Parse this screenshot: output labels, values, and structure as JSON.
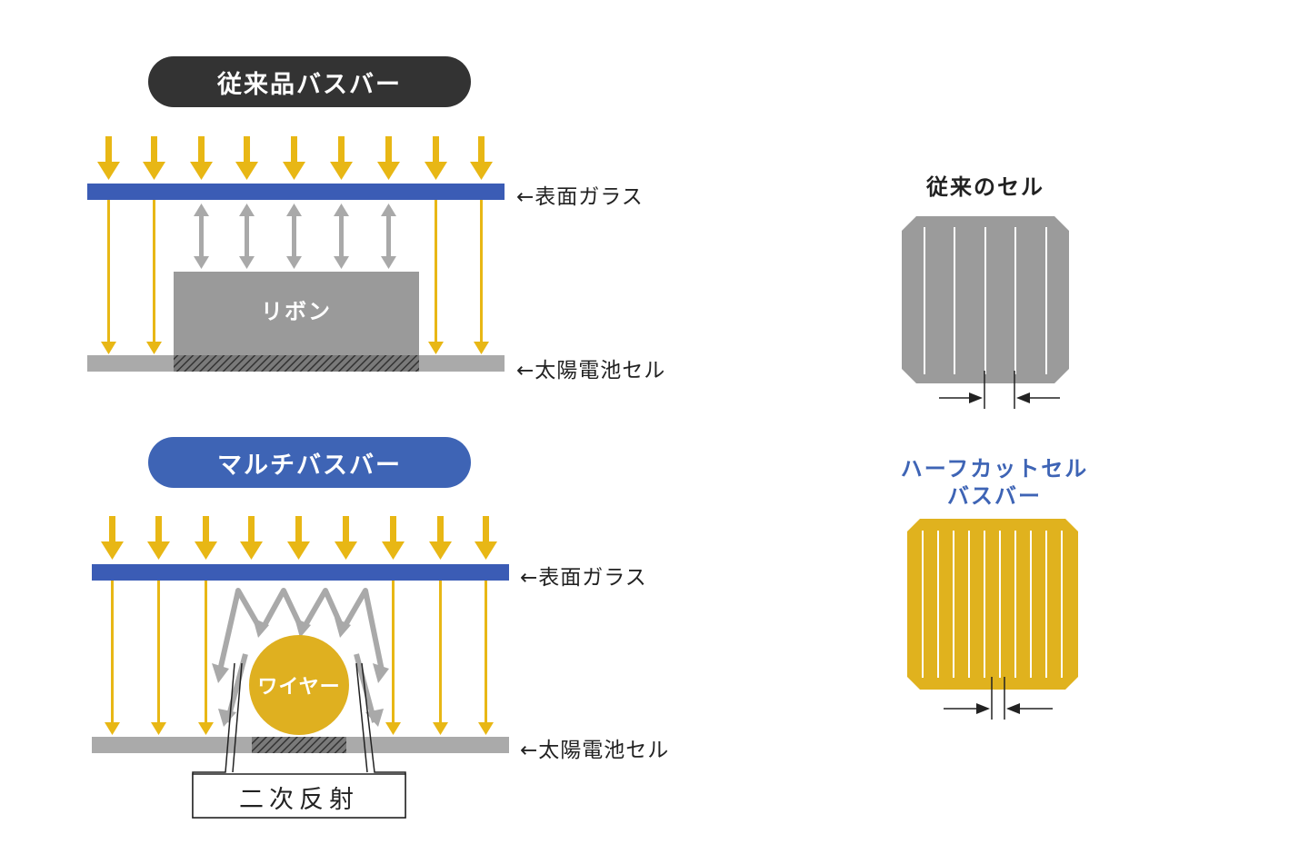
{
  "conventional": {
    "title": "従来品バスバー",
    "ribbon_label": "リボン",
    "glass_label": "←表面ガラス",
    "cell_label": "←太陽電池セル"
  },
  "multi": {
    "title": "マルチバスバー",
    "wire_label": "ワイヤー",
    "glass_label": "←表面ガラス",
    "cell_label": "←太陽電池セル",
    "reflection_label": "二次反射"
  },
  "right": {
    "conventional_cell_title": "従来のセル",
    "halfcut_title_line1": "ハーフカットセル",
    "halfcut_title_line2": "バスバー"
  },
  "colors": {
    "arrow_gold": "#e8b715",
    "glass_blue": "#3b5cb5",
    "cell_gray": "#aaaaaa",
    "ribbon_gray": "#9a9a9a",
    "wire_gold": "#dfb020",
    "reflect_gray": "#a9a9a9",
    "halfcut_title_blue": "#3e64b5"
  }
}
